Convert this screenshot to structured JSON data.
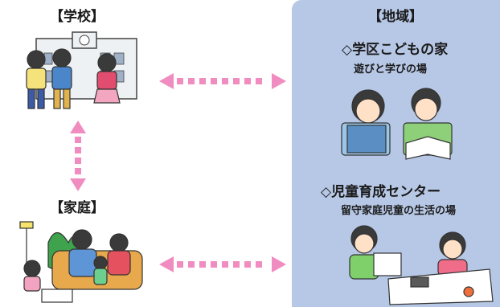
{
  "school": {
    "label": "【学校】"
  },
  "home": {
    "label": "【家庭】"
  },
  "region": {
    "label": "【地域】",
    "kodomo_title": "◇学区こどもの家",
    "kodomo_sub": "遊びと学びの場",
    "center_title": "◇児童育成センター",
    "center_sub": "留守家庭児童の生活の場"
  },
  "colors": {
    "arrow": "#f08cbf",
    "panel": "#b7c8e6"
  }
}
